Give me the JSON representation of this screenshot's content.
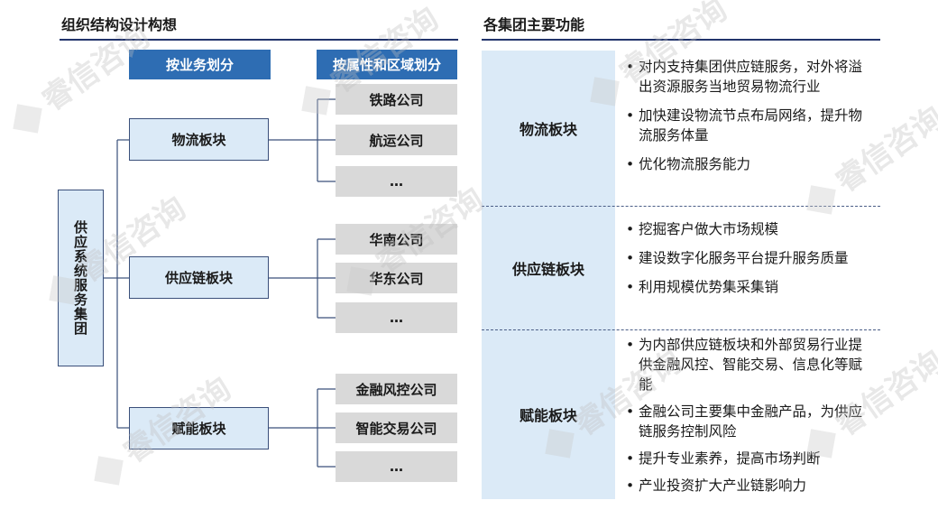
{
  "left": {
    "title": "组织结构设计构想",
    "header_business": "按业务划分",
    "header_region": "按属性和区域划分",
    "root": "供应系统服务集团",
    "blocks": [
      {
        "label": "物流板块",
        "companies": [
          "铁路公司",
          "航运公司",
          "…"
        ]
      },
      {
        "label": "供应链板块",
        "companies": [
          "华南公司",
          "华东公司",
          "…"
        ]
      },
      {
        "label": "赋能板块",
        "companies": [
          "金融风控公司",
          "智能交易公司",
          "…"
        ]
      }
    ]
  },
  "right": {
    "title": "各集团主要功能",
    "groups": [
      {
        "label": "物流板块",
        "bullets": [
          "对内支持集团供应链服务，对外将溢出资源服务当地贸易物流行业",
          "加快建设物流节点布局网络，提升物流服务体量",
          "优化物流服务能力"
        ]
      },
      {
        "label": "供应链板块",
        "bullets": [
          "挖掘客户做大市场规模",
          "建设数字化服务平台提升服务质量",
          "利用规模优势集采集销"
        ]
      },
      {
        "label": "赋能板块",
        "bullets": [
          "为内部供应链板块和外部贸易行业提供金融风控、智能交易、信息化等赋能",
          "金融公司主要集中金融产品，为供应链服务控制风险",
          "提升专业素养，提高市场判断",
          "产业投资扩大产业链影响力"
        ]
      }
    ]
  },
  "watermark": "睿信咨询",
  "colors": {
    "header_blue": "#2e6db3",
    "light_blue": "#dbeaf7",
    "navy": "#22346b",
    "gray": "#d9d9d9"
  }
}
